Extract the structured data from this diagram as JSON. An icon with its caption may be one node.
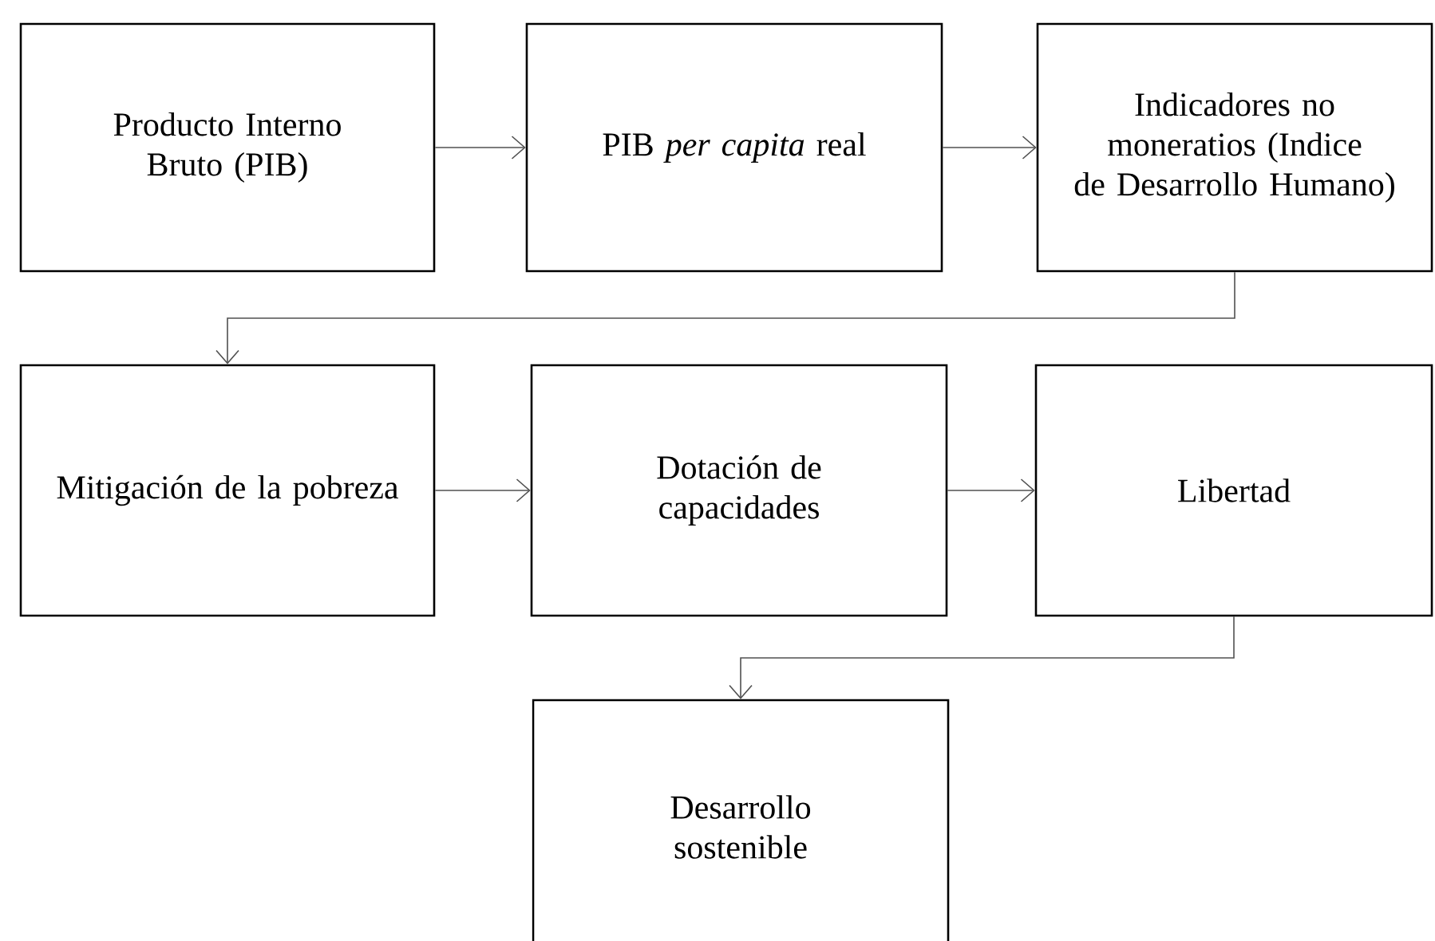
{
  "diagram": {
    "nodes": [
      {
        "text": [
          "Producto Interno Bruto (PIB)"
        ]
      },
      {
        "text": [
          "PIB *per capita* real"
        ]
      },
      {
        "text": [
          "Indicadores no moneratios (Indice de Desarrollo Humano)"
        ]
      },
      {
        "text": [
          "Mitigación de la pobreza"
        ]
      },
      {
        "text": [
          "Dotación de capacidades"
        ]
      },
      {
        "text": [
          "Libertad"
        ]
      },
      {
        "text": [
          "Desarrollo sostenible"
        ]
      }
    ],
    "edges": [
      {
        "from": 0,
        "to": 1,
        "arrow": "to"
      },
      {
        "from": 1,
        "to": 2,
        "arrow": "to"
      },
      {
        "from": 2,
        "to": 3,
        "arrow": "to"
      },
      {
        "from": 3,
        "to": 4,
        "arrow": "to"
      },
      {
        "from": 4,
        "to": 5,
        "arrow": "to"
      },
      {
        "from": 5,
        "to": 6,
        "arrow": "to"
      }
    ]
  }
}
